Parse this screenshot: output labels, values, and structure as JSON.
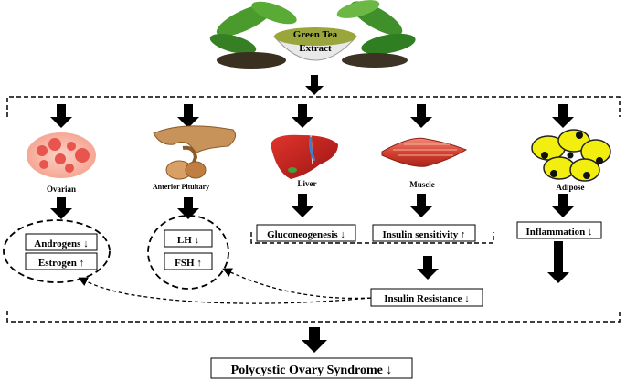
{
  "extract": {
    "line1": "Green Tea",
    "line2": "Extract"
  },
  "organs": {
    "ovarian": "Ovarian",
    "pituitary": "Anterior Pituitary",
    "liver": "Liver",
    "muscle": "Muscle",
    "adipose": "Adipose"
  },
  "effects": {
    "androgens": "Androgens ↓",
    "estrogen": "Estrogen ↑",
    "lh": "LH ↓",
    "fsh": "FSH ↑",
    "gluconeogenesis": "Gluconeogenesis ↓",
    "insulin_sensitivity": "Insulin sensitivity ↑",
    "inflammation": "Inflammation ↓",
    "insulin_resistance": "Insulin Resistance ↓"
  },
  "outcome": "Polycystic Ovary Syndrome ↓",
  "colors": {
    "ovary": "#e8544e",
    "liver": "#c8201e",
    "muscle": "#d84a3a",
    "adipose": "#f2ee10",
    "pituitary": "#c8935a",
    "tea_leaf": "#3f8f2a",
    "tea_powder": "#9aa63c"
  }
}
